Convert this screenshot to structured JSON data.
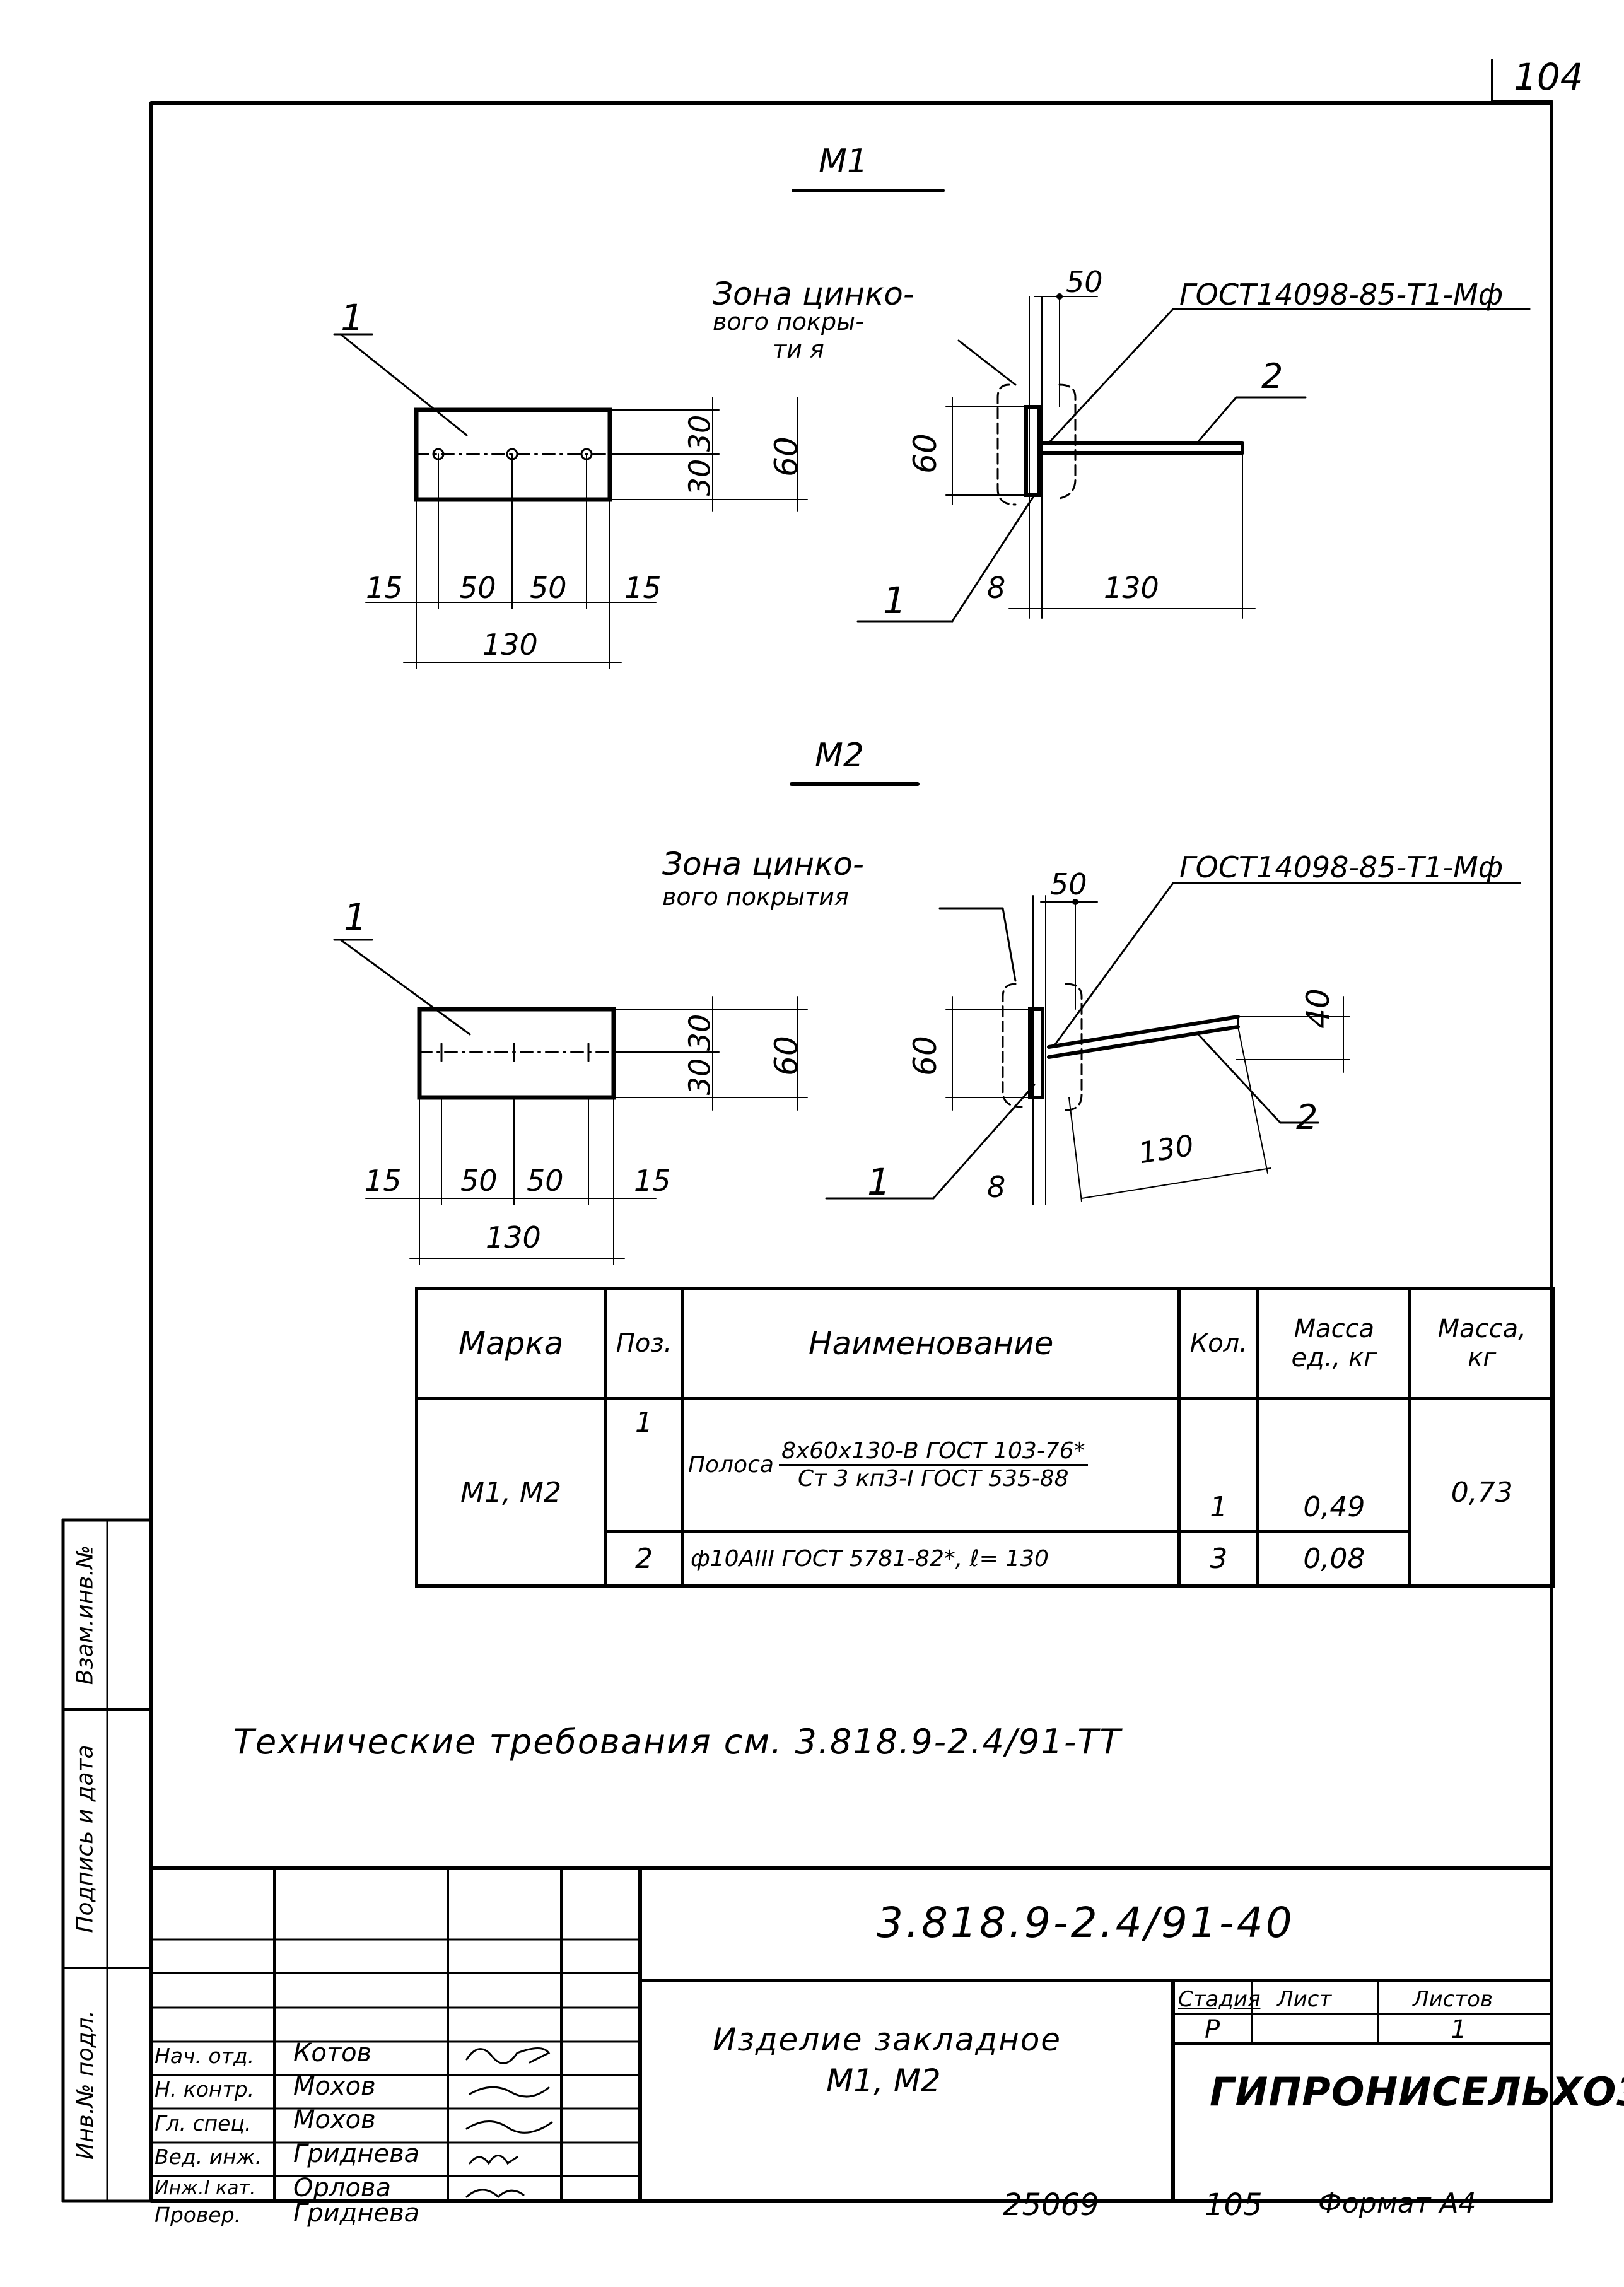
{
  "sheet_number": "104",
  "m1": {
    "title": "М1",
    "zone_label": [
      "Зона цинко-",
      "вого покры-",
      "ти я"
    ],
    "gost_weld": "ГОСТ14098-85-Т1-Мф",
    "pos1": "1",
    "pos2": "2",
    "plan_dims": {
      "d15a": "15",
      "d50a": "50",
      "d50b": "50",
      "d15b": "15",
      "total": "130",
      "v30a": "30",
      "v30b": "30",
      "v60": "60"
    },
    "side_dims": {
      "d50": "50",
      "d60": "60",
      "d8": "8",
      "d130": "130"
    }
  },
  "m2": {
    "title": "М2",
    "zone_label": [
      "Зона цинко-",
      "вого покрытия"
    ],
    "gost_weld": "ГОСТ14098-85-Т1-Мф",
    "pos1": "1",
    "pos2": "2",
    "plan_dims": {
      "d15a": "15",
      "d50a": "50",
      "d50b": "50",
      "d15b": "15",
      "total": "130",
      "v30a": "30",
      "v30b": "30",
      "v60": "60"
    },
    "side_dims": {
      "d50": "50",
      "d60": "60",
      "d40": "40",
      "d8": "8",
      "d130": "130"
    }
  },
  "spec_table": {
    "headers": {
      "mark": "Марка",
      "pos": "Поз.",
      "name": "Наименование",
      "qty": "Кол.",
      "mass_unit": [
        "Масса",
        "ед., кг"
      ],
      "mass": [
        "Масса,",
        "кг"
      ]
    },
    "mark_value": "М1, М2",
    "row1": {
      "pos": "1",
      "name_prefix": "Полоса",
      "name_top": "8x60x130-В ГОСТ 103-76*",
      "name_bottom": "Ст 3 кп3-I ГОСТ 535-88",
      "qty": "1",
      "mass_unit": "0,49"
    },
    "row2": {
      "pos": "2",
      "name": "ф10АIII ГОСТ 5781-82*, ℓ= 130",
      "qty": "3",
      "mass_unit": "0,08"
    },
    "mass_total": "0,73"
  },
  "tech_requirements": "Технические требования см. 3.818.9-2.4/91-ТТ",
  "side_stamp": {
    "block1": "Взам.инв.№",
    "block2": "Подпись и дата",
    "block3": "Инв.№ подл."
  },
  "title_block": {
    "doc_code": "3.818.9-2.4/91-40",
    "name_line1": "Изделие закладное",
    "name_line2": "М1, М2",
    "stage_label": "Стадия",
    "sheet_label": "Лист",
    "sheets_label": "Листов",
    "stage_value": "Р",
    "sheets_value": "1",
    "organization": "ГИПРОНИСЕЛЬХОЗ",
    "staff": [
      {
        "role": "Нач. отд.",
        "name": "Котов"
      },
      {
        "role": "Н. контр.",
        "name": "Мохов"
      },
      {
        "role": "Гл. спец.",
        "name": "Мохов"
      },
      {
        "role": "Вед. инж.",
        "name": "Гриднева"
      },
      {
        "role": "Инж.I кат.",
        "name": "Орлова"
      },
      {
        "role": "Провер.",
        "name": "Гриднева"
      }
    ]
  },
  "footer": {
    "number": "25069",
    "page": "105",
    "format": "Формат А4"
  }
}
